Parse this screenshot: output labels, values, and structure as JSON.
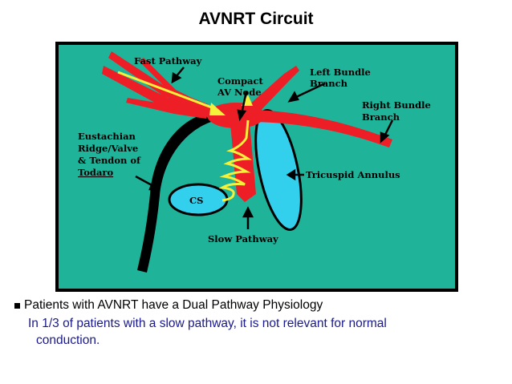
{
  "title": "AVNRT Circuit",
  "diagram": {
    "background_color": "#1fb39a",
    "labels": {
      "fast_pathway": "Fast Pathway",
      "compact_av_node_1": "Compact",
      "compact_av_node_2": "AV Node",
      "left_bundle_branch_1": "Left Bundle",
      "left_bundle_branch_2": "Branch",
      "right_bundle_branch_1": "Right Bundle",
      "right_bundle_branch_2": "Branch",
      "eustachian_1": "Eustachian",
      "eustachian_2": "Ridge/Valve",
      "eustachian_3": "& Tendon of",
      "eustachian_4": "Todaro",
      "cs": "CS",
      "tricuspid_annulus": "Tricuspid Annulus",
      "slow_pathway": "Slow Pathway"
    }
  },
  "bullets": {
    "main": "Patients with AVNRT have a Dual Pathway Physiology",
    "sub_line1": "In 1/3 of patients with a slow pathway, it is not relevant for normal",
    "sub_line2": "conduction."
  }
}
